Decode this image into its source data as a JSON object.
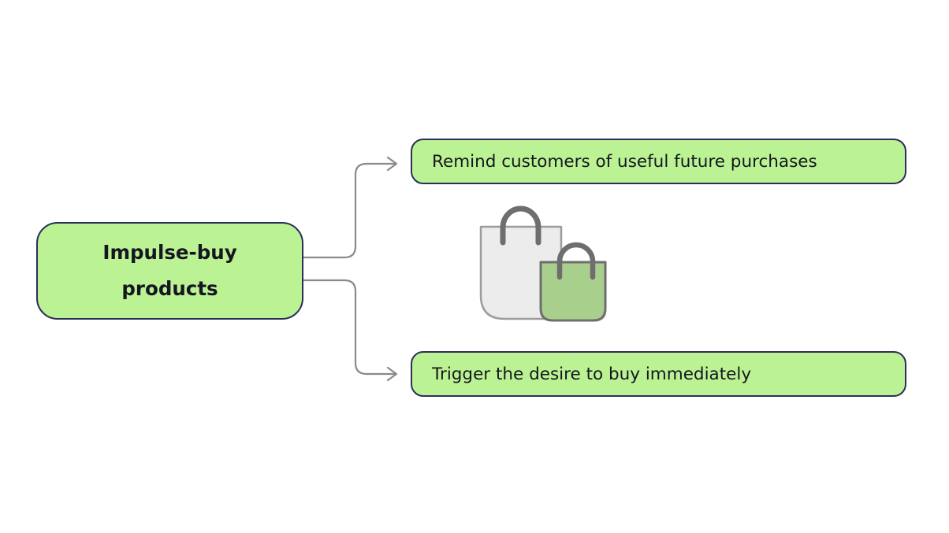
{
  "diagram": {
    "root_node": {
      "line1": "Impulse-buy",
      "line2": "products"
    },
    "branches": [
      {
        "label": "Remind customers of useful future purchases"
      },
      {
        "label": "Trigger the desire to buy immediately"
      }
    ],
    "illustration": "shopping-bags",
    "colors": {
      "background": "#ffffff",
      "node_fill": "#bbf294",
      "node_border": "#2c2e5a",
      "node_text": "#15161f",
      "connector": "#8a8a8a",
      "bag_large_fill": "#ececec",
      "bag_large_stroke": "#9c9c9c",
      "bag_small_fill": "#a9cf8d",
      "bag_handle_stroke": "#6e6e6e"
    }
  }
}
